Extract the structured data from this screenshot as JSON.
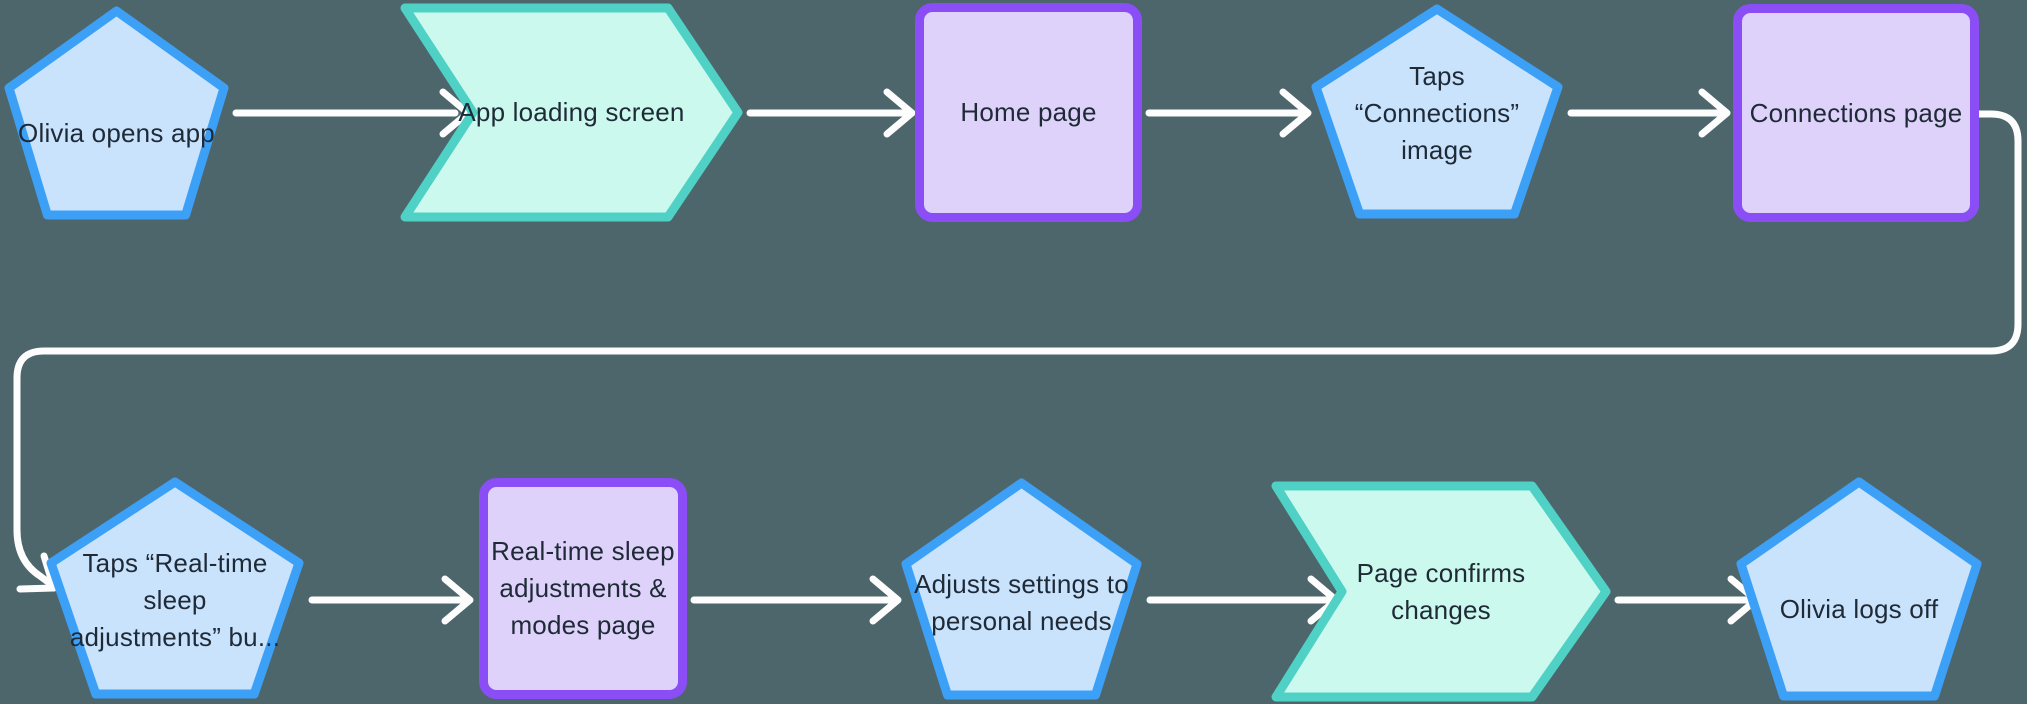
{
  "diagram": {
    "type": "flowchart",
    "rows": 2,
    "background_color": "#4d666c",
    "arrow_color": "#fdfdfd",
    "text_color": "#1f2a37",
    "shape_styles": {
      "pentagon": {
        "fill": "#c9e3fd",
        "stroke": "#3da0f7"
      },
      "chevron": {
        "fill": "#ccf9ee",
        "stroke": "#4fd1c5"
      },
      "rounded_rect": {
        "fill": "#ded2fa",
        "stroke": "#8b4df6"
      }
    }
  },
  "nodes": [
    {
      "id": "n1",
      "shape": "pentagon",
      "row": 1,
      "label": "Olivia opens app"
    },
    {
      "id": "n2",
      "shape": "chevron",
      "row": 1,
      "label": "App loading screen"
    },
    {
      "id": "n3",
      "shape": "rounded_rect",
      "row": 1,
      "label": "Home page"
    },
    {
      "id": "n4",
      "shape": "pentagon",
      "row": 1,
      "label": "Taps\n“Connections”\nimage"
    },
    {
      "id": "n5",
      "shape": "rounded_rect",
      "row": 1,
      "label": "Connections page"
    },
    {
      "id": "n6",
      "shape": "pentagon",
      "row": 2,
      "label": "Taps “Real-time\nsleep\nadjustments” bu..."
    },
    {
      "id": "n7",
      "shape": "rounded_rect",
      "row": 2,
      "label": "Real-time sleep\nadjustments &\nmodes page"
    },
    {
      "id": "n8",
      "shape": "pentagon",
      "row": 2,
      "label": "Adjusts settings to\npersonal needs"
    },
    {
      "id": "n9",
      "shape": "chevron",
      "row": 2,
      "label": "Page confirms\nchanges"
    },
    {
      "id": "n10",
      "shape": "pentagon",
      "row": 2,
      "label": "Olivia logs off"
    }
  ],
  "edges": [
    {
      "from": "n1",
      "to": "n2",
      "style": "straight"
    },
    {
      "from": "n2",
      "to": "n3",
      "style": "straight"
    },
    {
      "from": "n3",
      "to": "n4",
      "style": "straight"
    },
    {
      "from": "n4",
      "to": "n5",
      "style": "straight"
    },
    {
      "from": "n5",
      "to": "n6",
      "style": "wrap-around"
    },
    {
      "from": "n6",
      "to": "n7",
      "style": "straight"
    },
    {
      "from": "n7",
      "to": "n8",
      "style": "straight"
    },
    {
      "from": "n8",
      "to": "n9",
      "style": "straight"
    },
    {
      "from": "n9",
      "to": "n10",
      "style": "straight"
    }
  ]
}
